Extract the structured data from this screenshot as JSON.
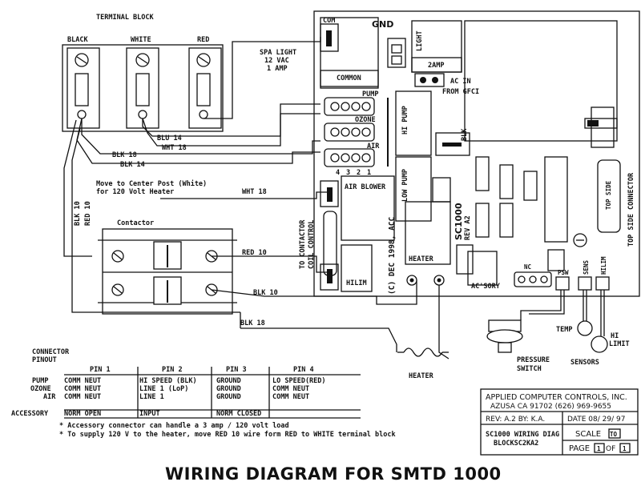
{
  "title": "WIRING DIAGRAM FOR SMTD 1000",
  "terminal_block": {
    "label": "TERMINAL BLOCK",
    "terminals": [
      "BLACK",
      "WHITE",
      "RED"
    ]
  },
  "wires": {
    "blu14": "BLU 14",
    "wht18_a": "WHT 18",
    "blk18_a": "BLK 18",
    "blk14": "BLK 14",
    "blk10": "BLK 10",
    "red10_left": "RED 10",
    "wht18_b": "WHT 18",
    "red10": "RED 10",
    "blk10_b": "BLK 10",
    "blk18_b": "BLK 18"
  },
  "move_note": [
    "Move to Center Post (White)",
    "for 120 Volt Heater"
  ],
  "contactor": {
    "label": "Contactor"
  },
  "board": {
    "gnd": "GND",
    "com": "COM",
    "spa_light": [
      "SPA LIGHT",
      "12 VAC",
      "1 AMP"
    ],
    "common": "COMMON",
    "light": "LIGHT",
    "fuse": "2AMP",
    "ac_in": "AC IN",
    "from_gfci": "FROM GFCI",
    "pump": "PUMP",
    "ozone": "OZONE",
    "air": "AIR",
    "hi_pump": "HI PUMP",
    "blk_side": "BLK",
    "low_pump": "LOW PUMP",
    "pin_numbers": [
      "4",
      "3",
      "2",
      "1"
    ],
    "air_blower": "AIR BLOWER",
    "contactor_coil": [
      "TO CONTACTOR",
      "COIL CONTROL"
    ],
    "copyright": "(C) DEC 1998, ACC",
    "model": [
      "SC1000",
      "REV A2"
    ],
    "heater_label": "HEATER",
    "hilim": "HILIM",
    "accessory": "AC'SORY",
    "nc": "NC",
    "psw": "PSW",
    "sens": "SENS",
    "hilim_small": "HILIM",
    "top_side": "TOP SIDE",
    "top_side_connector": "TOP SIDE CONNECTOR"
  },
  "components": {
    "heater": "HEATER",
    "pressure_switch": [
      "PRESSURE",
      "SWITCH"
    ],
    "temp": "TEMP",
    "hi_limit": [
      "HI",
      "LIMIT"
    ],
    "sensors": "SENSORS"
  },
  "pinout": {
    "title": [
      "CONNECTOR",
      "PINOUT"
    ],
    "headers": [
      "PIN 1",
      "PIN 2",
      "PIN 3",
      "PIN 4"
    ],
    "rows": [
      {
        "name": "PUMP",
        "cells": [
          "COMM NEUT",
          "HI SPEED (BLK)",
          "GROUND",
          "LO SPEED(RED)"
        ]
      },
      {
        "name": "OZONE",
        "cells": [
          "COMM NEUT",
          "LINE 1 (LoP)",
          "GROUND",
          "COMM NEUT"
        ]
      },
      {
        "name": "AIR",
        "cells": [
          "COMM NEUT",
          "LINE 1",
          "GROUND",
          "COMM NEUT"
        ]
      },
      {
        "name": "ACCESSORY",
        "cells": [
          "NORM OPEN",
          "INPUT",
          "NORM CLOSED",
          ""
        ]
      }
    ],
    "notes": [
      "* Accessory connector can handle a 3 amp / 120 volt load",
      "* To supply 120 V to the heater, move RED 10 wire form RED to WHITE terminal block"
    ]
  },
  "title_block": {
    "company": "APPLIED COMPUTER CONTROLS, INC.",
    "address": "AZUSA CA 91702 (626) 969-9655",
    "rev": "REV: A.2 BY: K.A.",
    "date": "DATE 08/ 29/ 97",
    "desc": [
      "SC1000 WIRING DIAG",
      "BLOCKSC2KA2"
    ],
    "scale": "SCALE",
    "scale_box": "TO",
    "page": "PAGE",
    "page_num": "1",
    "of": "OF",
    "page_total": "1"
  }
}
